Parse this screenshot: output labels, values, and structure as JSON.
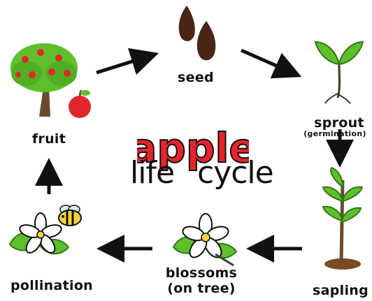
{
  "title": {
    "word1": "apple",
    "word2": "life",
    "word3": "cycle"
  },
  "stages": {
    "seed": "seed",
    "sprout": "sprout",
    "sprout_sub": "(germination)",
    "sapling": "sapling",
    "blossoms_line1": "blossoms",
    "blossoms_line2": "(on tree)",
    "pollination": "pollination",
    "fruit": "fruit"
  },
  "colors": {
    "title_red": "#e8232b",
    "leaf_green": "#5fbf2a",
    "trunk_brown": "#6b4a2b",
    "seed_brown": "#4a2414",
    "apple_red": "#e0262d",
    "bee_yellow": "#f6d23a",
    "arrow": "#111111"
  },
  "icons": [
    "apple-tree-icon",
    "seeds-icon",
    "sprout-icon",
    "sapling-icon",
    "blossom-icon",
    "pollination-bee-icon"
  ]
}
